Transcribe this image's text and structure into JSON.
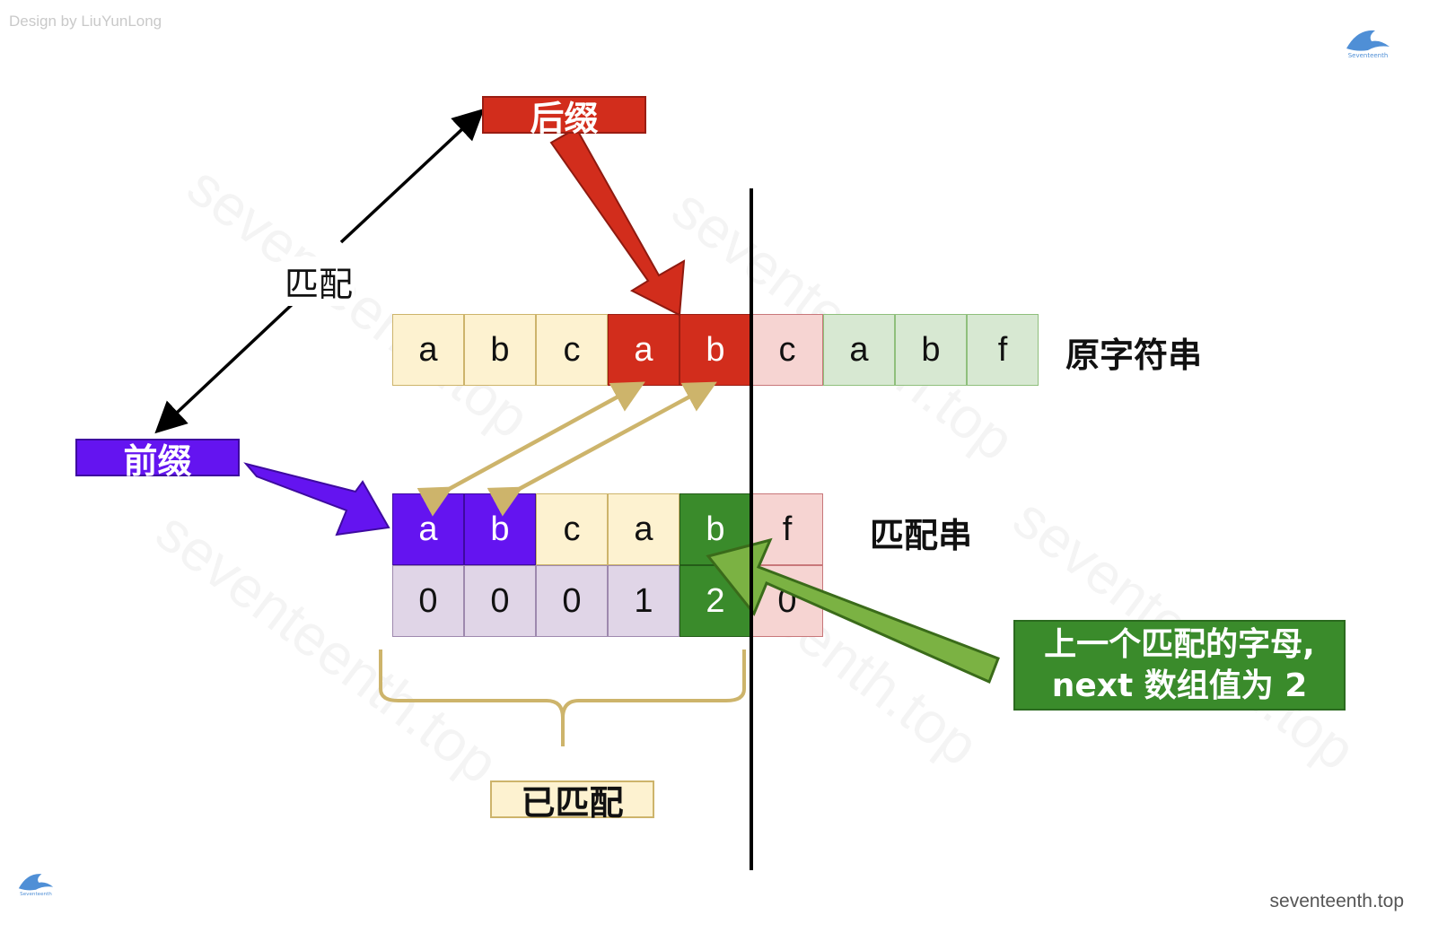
{
  "credit": "Design by LiuYunLong",
  "site": "seventeenth.top",
  "watermark": "seventeenth.top",
  "logo_text": "Seventeenth",
  "labels": {
    "suffix": "后缀",
    "prefix": "前缀",
    "match": "匹配",
    "source_string": "原字符串",
    "pattern_string": "匹配串",
    "matched": "已匹配",
    "note_line1": "上一个匹配的字母,",
    "note_line2": "next 数组值为 2"
  },
  "source_cells": [
    {
      "char": "a",
      "state": "matched"
    },
    {
      "char": "b",
      "state": "matched"
    },
    {
      "char": "c",
      "state": "matched"
    },
    {
      "char": "a",
      "state": "suffix"
    },
    {
      "char": "b",
      "state": "suffix"
    },
    {
      "char": "c",
      "state": "mismatch"
    },
    {
      "char": "a",
      "state": "pending"
    },
    {
      "char": "b",
      "state": "pending"
    },
    {
      "char": "f",
      "state": "pending"
    }
  ],
  "pattern_cells": [
    {
      "char": "a",
      "state": "prefix"
    },
    {
      "char": "b",
      "state": "prefix"
    },
    {
      "char": "c",
      "state": "matched"
    },
    {
      "char": "a",
      "state": "matched"
    },
    {
      "char": "b",
      "state": "last"
    },
    {
      "char": "f",
      "state": "mismatch"
    }
  ],
  "next_cells": [
    {
      "value": "0",
      "state": "normal"
    },
    {
      "value": "0",
      "state": "normal"
    },
    {
      "value": "0",
      "state": "normal"
    },
    {
      "value": "1",
      "state": "normal"
    },
    {
      "value": "2",
      "state": "last"
    },
    {
      "value": "0",
      "state": "mismatch"
    }
  ],
  "colors": {
    "matched": "#fdf2d0",
    "suffix": "#d22d1c",
    "mismatch": "#f6d4d2",
    "pending": "#d7e8d2",
    "prefix": "#6414f0",
    "last": "#3a8b2b",
    "next": "#e0d5e7",
    "cut_line": "#000000"
  }
}
